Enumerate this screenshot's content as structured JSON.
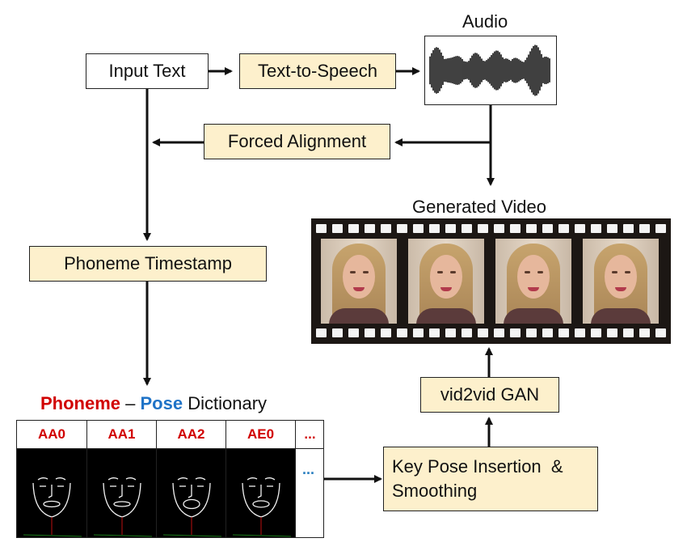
{
  "nodes": {
    "input_text": "Input Text",
    "tts": "Text-to-Speech",
    "audio_title": "Audio",
    "forced_alignment": "Forced Alignment",
    "generated_video_title": "Generated Video",
    "phoneme_timestamp": "Phoneme Timestamp",
    "vid2vid": "vid2vid GAN",
    "key_pose_line1": "Key Pose Insertion  &",
    "key_pose_line2": "Smoothing"
  },
  "dictionary": {
    "title_phoneme": "Phoneme",
    "title_dash": " – ",
    "title_pose": "Pose",
    "title_rest": " Dictionary",
    "columns": [
      "AA0",
      "AA1",
      "AA2",
      "AE0",
      "..."
    ],
    "more_marker": "..."
  },
  "colors": {
    "box_fill": "#fdf0cc",
    "phoneme_red": "#d10000",
    "pose_blue": "#1f73c7"
  }
}
